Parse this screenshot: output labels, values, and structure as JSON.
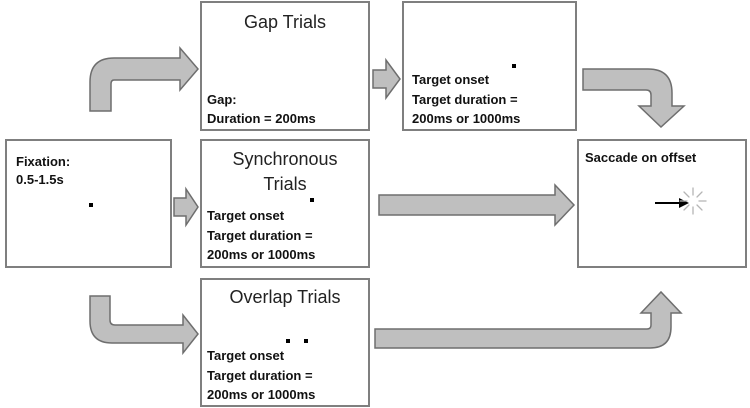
{
  "fixation": {
    "line1": "Fixation:",
    "line2": "0.5-1.5s"
  },
  "gap_trials": {
    "title": "Gap Trials",
    "line1": "Gap:",
    "line2": "Duration = 200ms"
  },
  "gap_target": {
    "line1": "Target onset",
    "line2": "Target duration =",
    "line3": "200ms or 1000ms"
  },
  "synchronous_trials": {
    "title_line1": "Synchronous",
    "title_line2": "Trials",
    "line1": "Target onset",
    "line2": "Target duration =",
    "line3": "200ms or 1000ms"
  },
  "overlap_trials": {
    "title": "Overlap Trials",
    "line1": "Target onset",
    "line2": "Target duration =",
    "line3": "200ms or 1000ms"
  },
  "saccade": {
    "title": "Saccade on offset"
  },
  "colors": {
    "arrow_fill": "#bfbfbf",
    "arrow_stroke": "#6e6e6e",
    "box_border": "#7f7f7f"
  }
}
